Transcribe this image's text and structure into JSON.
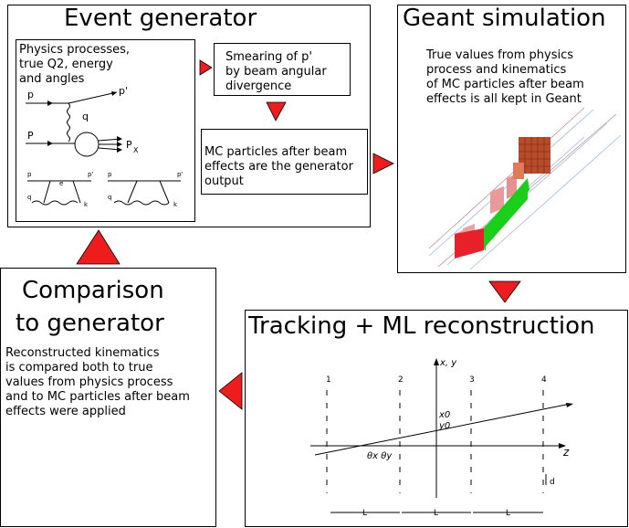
{
  "event_generator": {
    "title": "Event generator",
    "physics_text": "Physics processes,\ntrue Q2, energy\nand angles",
    "smearing_text": "Smearing of p'\nby beam angular\ndivergence",
    "mc_text": "MC particles after beam\neffects are the generator\noutput",
    "diagram_labels": {
      "p_in": "p",
      "p_out": "p'",
      "q": "q",
      "P_in": "P",
      "P_out": "P",
      "x_sub": "X"
    },
    "small_labels": {
      "p": "p",
      "p_prime": "p'",
      "e": "e",
      "q": "q",
      "k": "k"
    }
  },
  "geant": {
    "title": "Geant simulation",
    "text": "True values from physics\nprocess and kinematics\nof MC particles after beam\neffects is all kept in Geant"
  },
  "comparison": {
    "title_line1": "Comparison",
    "title_line2": "to generator",
    "text": "Reconstructed kinematics\nis compared both to true\nvalues from physics process\nand to MC particles after beam\neffects were applied"
  },
  "tracking": {
    "title": "Tracking + ML reconstruction",
    "plane_labels": [
      "1",
      "2",
      "3",
      "4"
    ],
    "axis_xy": "x, y",
    "axis_z": "z",
    "x0": "x0",
    "y0": "y0",
    "theta": "θx θy",
    "d": "d",
    "L": [
      "L",
      "L",
      "L"
    ]
  },
  "colors": {
    "arrow": "#ee1c1c",
    "green": "#18d61a",
    "red_block": "#e8202a"
  }
}
